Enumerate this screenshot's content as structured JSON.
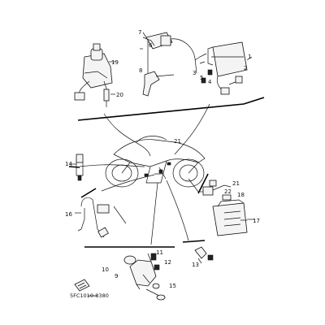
{
  "labels": {
    "p1": "1",
    "p2": "2",
    "p3": "3",
    "p4": "4",
    "p5": "5",
    "p6": "6",
    "p7": "7",
    "p8": "8",
    "p9": "9",
    "p10": "10",
    "p11": "11",
    "p12": "12",
    "p13": "13",
    "p14": "14",
    "p15": "15",
    "p16": "16",
    "p17": "17",
    "p18": "18",
    "p19": "19",
    "p20": "20",
    "p21a": "21",
    "p21b": "21",
    "p22": "22"
  },
  "diagram_code": "5FC1010-8380",
  "colors": {
    "ink": "#111111",
    "paper": "#ffffff"
  }
}
